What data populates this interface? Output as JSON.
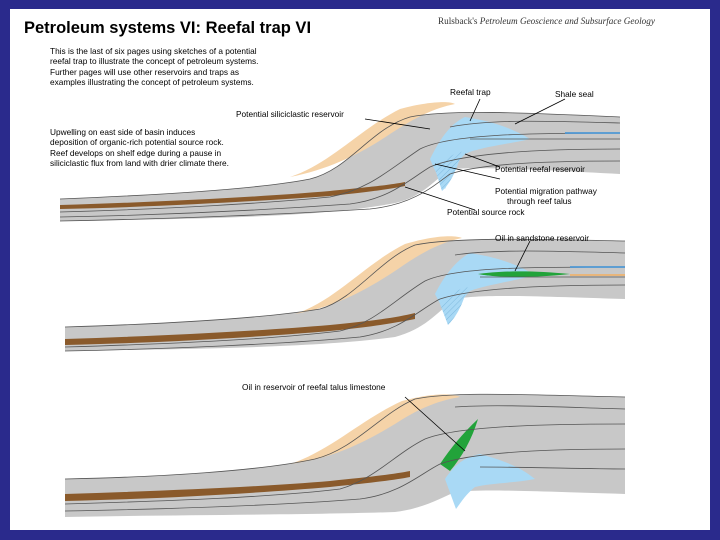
{
  "header": {
    "title": "Petroleum systems VI: Reefal trap VI",
    "attribution_plain": "Rulsback's ",
    "attribution_italic": "Petroleum Geoscience and Subsurface Geology"
  },
  "intro_lines": [
    "This is the last of six pages using sketches of a potential",
    "reefal trap to illustrate the concept of petroleum systems.",
    "Further pages will use other reservoirs and traps as",
    "examples illustrating the concept of petroleum systems."
  ],
  "upwelling_lines": [
    "Upwelling on east side of basin induces",
    "deposition of organic-rich potential source rock.",
    "Reef develops on shelf edge during a pause in",
    "siliciclastic flux from land with drier climate there."
  ],
  "labels": {
    "reefal_trap": "Reefal trap",
    "shale_seal": "Shale seal",
    "siliciclastic_reservoir": "Potential siliciclastic reservoir",
    "reefal_reservoir": "Potential reefal reservoir",
    "migration_line1": "Potential migration pathway",
    "migration_line2": "through reef talus",
    "source_rock": "Potential source rock",
    "oil_sandstone": "Oil in sandstone reservoir",
    "oil_talus": "Oil in reservoir of reefal talus limestone"
  },
  "colors": {
    "frame": "#2a2a8c",
    "shale": "#c8c8c8",
    "sandstone": "#f5d3a8",
    "reef": "#a9d9f5",
    "source_rock": "#8a5a2b",
    "oil": "#22a33a",
    "bed_line": "#555555"
  }
}
